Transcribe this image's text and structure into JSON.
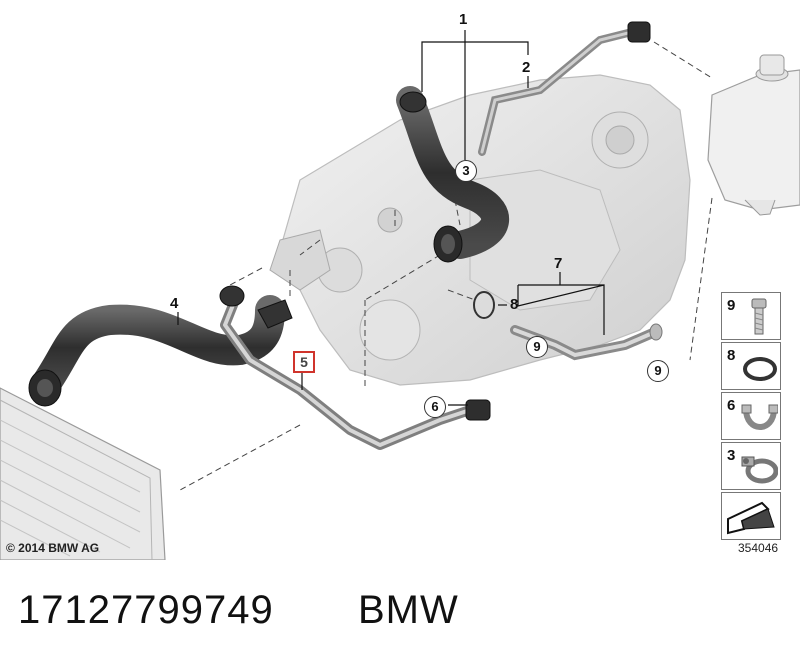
{
  "callouts": {
    "c1": "1",
    "c2": "2",
    "c3": "3",
    "c4": "4",
    "c5": "5",
    "c6": "6",
    "c7": "7",
    "c8": "8",
    "c9a": "9",
    "c9b": "9"
  },
  "legend": [
    {
      "num": "9",
      "icon": "bolt-icon"
    },
    {
      "num": "8",
      "icon": "o-ring-icon"
    },
    {
      "num": "6",
      "icon": "spring-clamp-icon"
    },
    {
      "num": "3",
      "icon": "hose-clamp-icon"
    },
    {
      "num": "",
      "icon": "arrow-icon"
    }
  ],
  "footer": {
    "copyright": "© 2014 BMW AG",
    "diagram_number": "354046"
  },
  "caption": {
    "part_number": "17127799749",
    "brand": "BMW"
  },
  "colors": {
    "highlight_box": "#d0342c",
    "hose": "#3c3c3c",
    "pipe": "#9a9a9a",
    "engine": "#e6e6e6"
  }
}
